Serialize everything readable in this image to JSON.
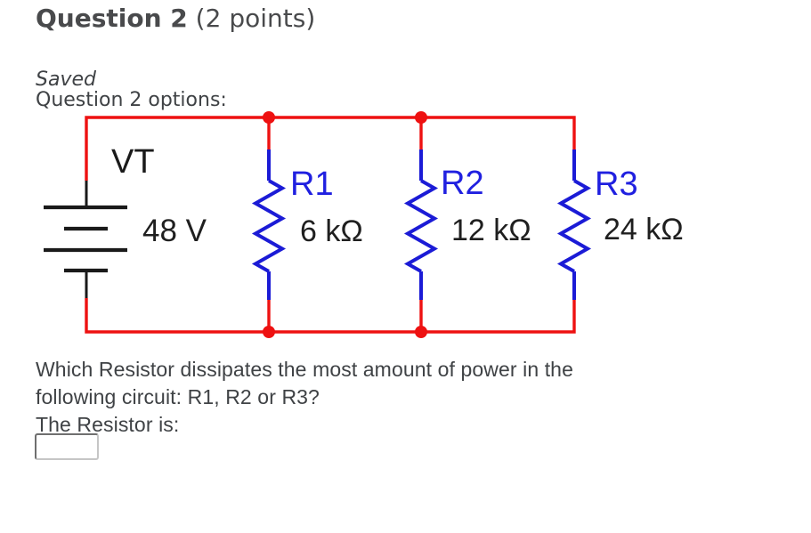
{
  "header": {
    "question_label": "Question 2",
    "points_label": " (2 points)"
  },
  "status": {
    "saved_label": "Saved",
    "options_label": "Question 2 options:"
  },
  "circuit": {
    "source": {
      "name": "VT",
      "voltage": "48 V"
    },
    "resistors": [
      {
        "name": "R1",
        "value": "6 kΩ"
      },
      {
        "name": "R2",
        "value": "12 kΩ"
      },
      {
        "name": "R3",
        "value": "24 kΩ"
      }
    ],
    "colors": {
      "wire_red": "#ee1111",
      "resistor_blue": "#1b1bd6",
      "battery_black": "#1a1a1a",
      "label_blue": "#2020e0",
      "value_text": "#1f1f1f"
    }
  },
  "question": {
    "line1": "Which Resistor dissipates the most amount of power in the",
    "line2": "following circuit: R1, R2 or R3?",
    "prompt": "The Resistor is:",
    "answer_value": ""
  }
}
